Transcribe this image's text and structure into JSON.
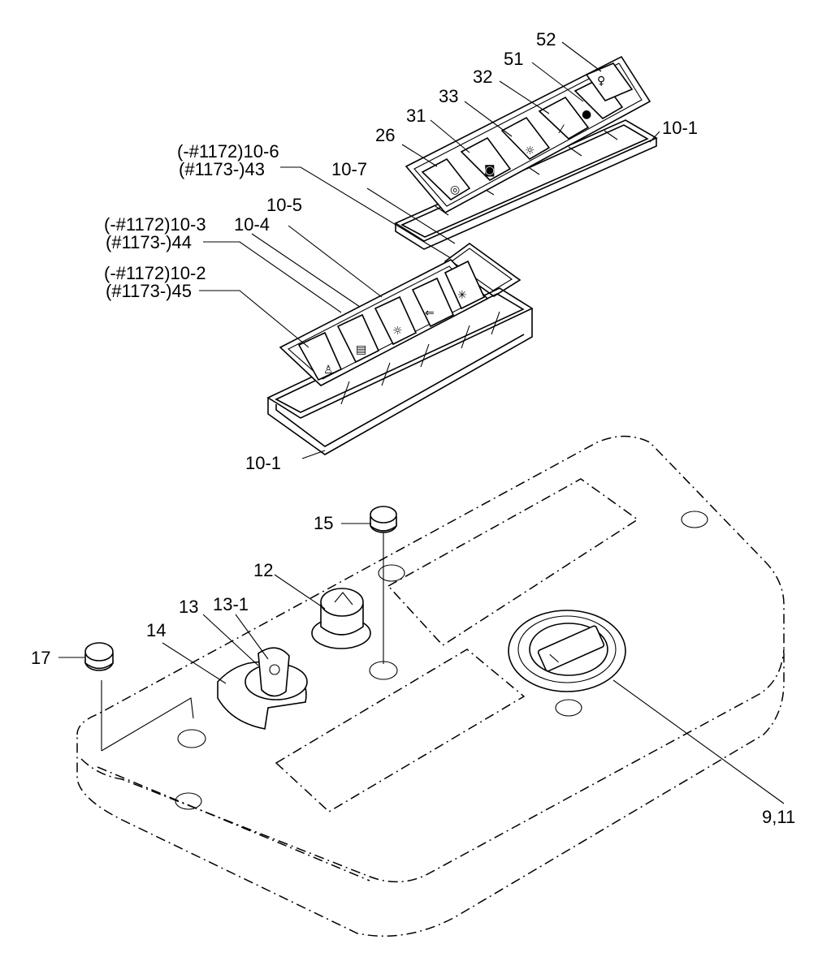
{
  "callouts": {
    "c52": "52",
    "c51": "51",
    "c32": "32",
    "c33": "33",
    "c31": "31",
    "c26": "26",
    "c10_1_top": "10-1",
    "c10_6a": "(-#1172)10-6",
    "c10_6b": "(#1173-)43",
    "c10_7": "10-7",
    "c10_5": "10-5",
    "c10_3a": "(-#1172)10-3",
    "c10_4": "10-4",
    "c10_3b": "(#1173-)44",
    "c10_2a": "(-#1172)10-2",
    "c10_2b": "(#1173-)45",
    "c10_1_bottom": "10-1",
    "c15": "15",
    "c12": "12",
    "c13": "13",
    "c13_1": "13-1",
    "c14": "14",
    "c17": "17",
    "c9_11": "9,11"
  },
  "icons": {
    "fan": "fan-icon",
    "lamp": "work-lamp-icon",
    "beacon": "beacon-icon",
    "wiper": "wiper-icon",
    "washer": "washer-icon",
    "mirror_heat": "mirror-heat-icon",
    "defrost": "defrost-icon",
    "rear_lamp": "rear-lamp-icon",
    "snowflake": "snowflake-icon",
    "seat": "seat-icon",
    "travel": "travel-alarm-icon"
  }
}
